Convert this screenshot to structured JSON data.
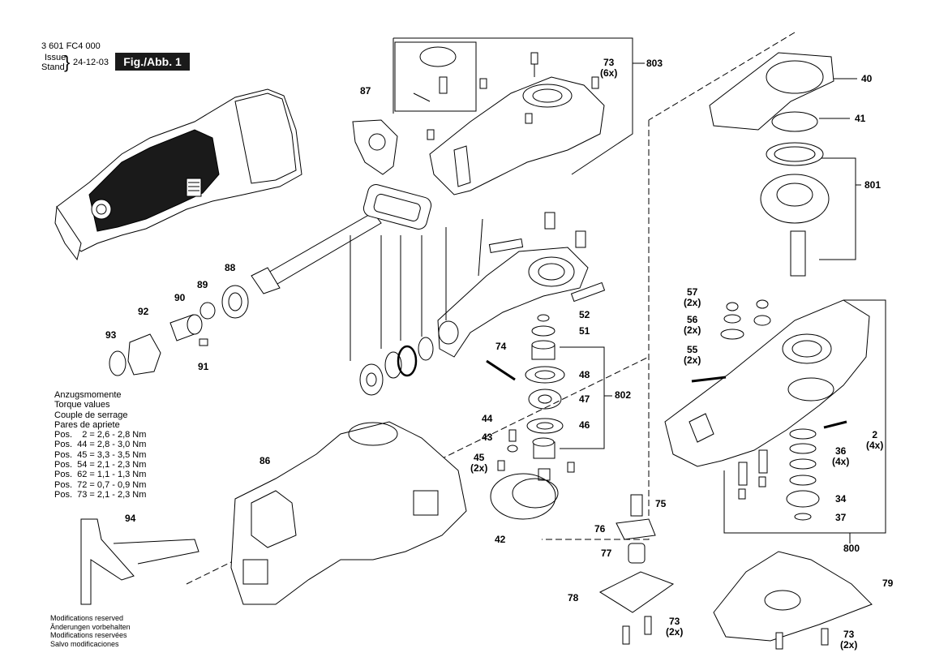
{
  "header": {
    "part_number": "3 601 FC4 000",
    "issue_label_1": "Issue",
    "issue_label_2": "Stand",
    "issue_date": "24-12-03",
    "figure_label": "Fig./Abb. 1"
  },
  "torque_values": {
    "titles": [
      "Anzugsmomente",
      "Torque values",
      "Couple de serrage",
      "Pares de apriete"
    ],
    "rows": [
      "Pos.    2 = 2,6 - 2,8 Nm",
      "Pos.  44 = 2,8 - 3,0 Nm",
      "Pos.  45 = 3,3 - 3,5 Nm",
      "Pos.  54 = 2,1 - 2,3 Nm",
      "Pos.  62 = 1,1 - 1,3 Nm",
      "Pos.  72 = 0,7 - 0,9 Nm",
      "Pos.  73 = 2,1 - 2,3 Nm"
    ]
  },
  "modifications": [
    "Modifications reserved",
    "Änderungen vorbehalten",
    "Modifications reservées",
    "Salvo modificaciones"
  ],
  "part_labels": {
    "p87": "87",
    "p73a": "73",
    "p73a_qty": "(6x)",
    "p803": "803",
    "p40": "40",
    "p41": "41",
    "p801": "801",
    "p88": "88",
    "p89": "89",
    "p90": "90",
    "p92": "92",
    "p93": "93",
    "p91": "91",
    "p52": "52",
    "p51": "51",
    "p74": "74",
    "p48": "48",
    "p47": "47",
    "p46": "46",
    "p802": "802",
    "p44": "44",
    "p43": "43",
    "p45": "45",
    "p45_qty": "(2x)",
    "p42": "42",
    "p57": "57",
    "p57_qty": "(2x)",
    "p56": "56",
    "p56_qty": "(2x)",
    "p55": "55",
    "p55_qty": "(2x)",
    "p2": "2",
    "p2_qty": "(4x)",
    "p36": "36",
    "p36_qty": "(4x)",
    "p34": "34",
    "p37": "37",
    "p800": "800",
    "p86": "86",
    "p94": "94",
    "p75": "75",
    "p76": "76",
    "p77": "77",
    "p78": "78",
    "p73b": "73",
    "p73b_qty": "(2x)",
    "p79": "79",
    "p73c": "73",
    "p73c_qty": "(2x)"
  },
  "colors": {
    "ink": "#000000",
    "dark_part": "#1a1a1a",
    "light_part": "#ffffff"
  }
}
